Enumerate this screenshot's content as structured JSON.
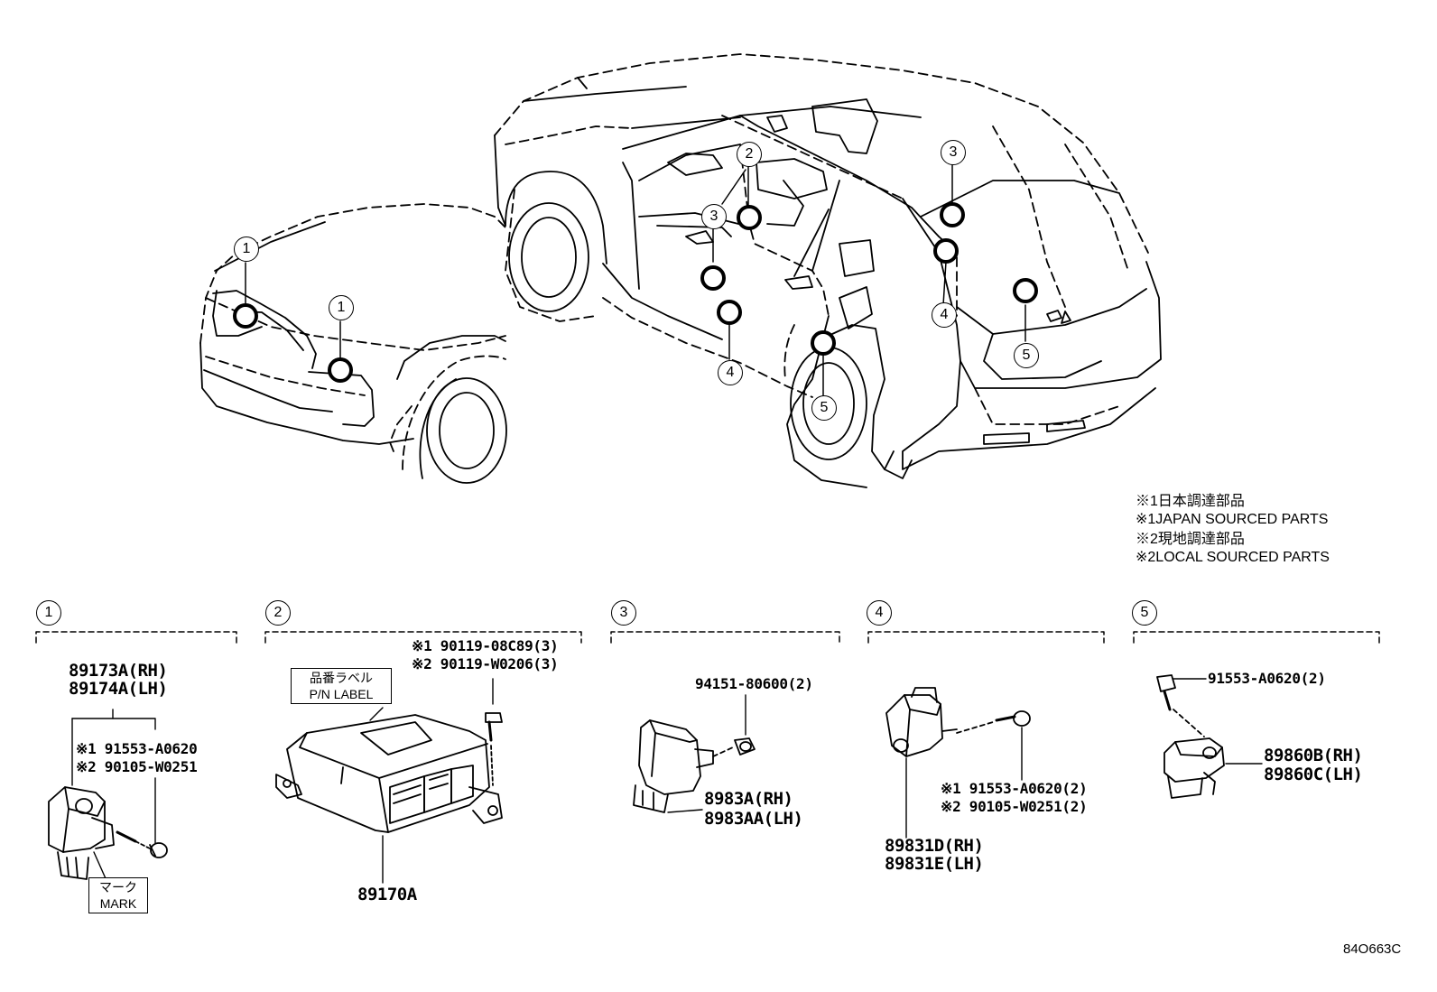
{
  "legend": {
    "line1": "※1日本調達部品",
    "line2": "※1JAPAN SOURCED PARTS",
    "line3": "※2現地調達部品",
    "line4": "※2LOCAL SOURCED PARTS"
  },
  "callouts": [
    "1",
    "2",
    "3",
    "4",
    "5"
  ],
  "sections": {
    "s1": {
      "num": "1",
      "pn_rh": "89173A(RH)",
      "pn_lh": "89174A(LH)",
      "bolt1": "※1 91553-A0620",
      "bolt2": "※2 90105-W0251",
      "mark_jp": "マーク",
      "mark_en": "MARK"
    },
    "s2": {
      "num": "2",
      "bolt1": "※1 90119-08C89(3)",
      "bolt2": "※2 90119-W0206(3)",
      "label_jp": "品番ラベル",
      "label_en": "P/N LABEL",
      "pn": "89170A"
    },
    "s3": {
      "num": "3",
      "nut": "94151-80600(2)",
      "pn_rh": "8983A(RH)",
      "pn_lh": "8983AA(LH)"
    },
    "s4": {
      "num": "4",
      "bolt1": "※1 91553-A0620(2)",
      "bolt2": "※2 90105-W0251(2)",
      "pn_rh": "89831D(RH)",
      "pn_lh": "89831E(LH)"
    },
    "s5": {
      "num": "5",
      "bolt": "91553-A0620(2)",
      "pn_rh": "89860B(RH)",
      "pn_lh": "89860C(LH)"
    }
  },
  "figure_code": "84O663C"
}
